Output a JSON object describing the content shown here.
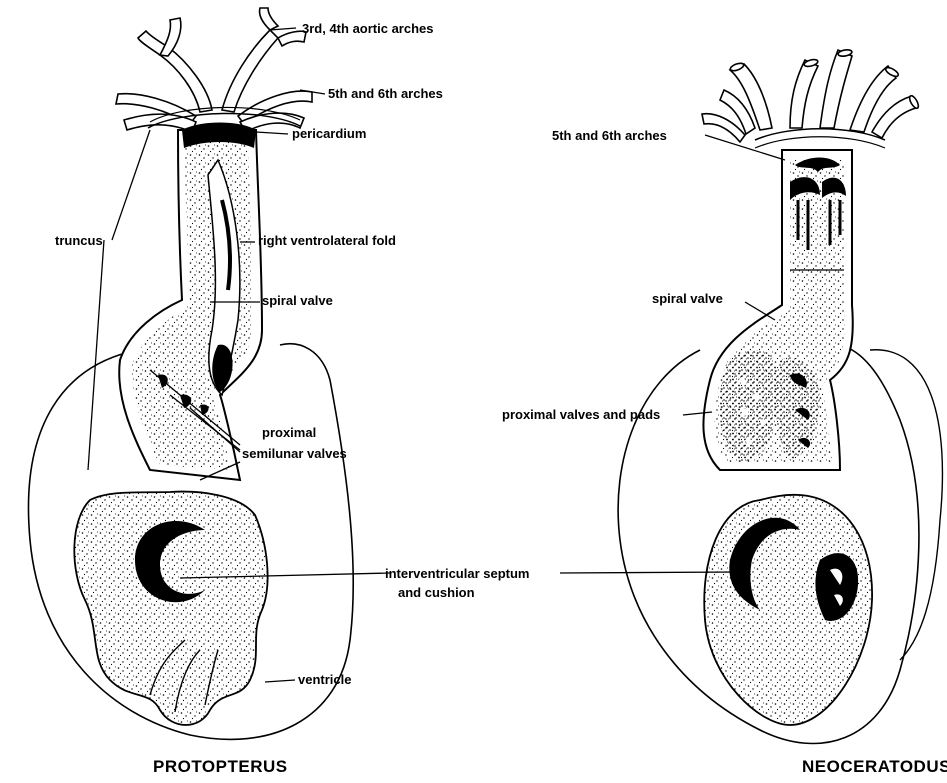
{
  "figure": {
    "left_title": "PROTOPTERUS",
    "right_title": "NEOCERATODUS",
    "labels": {
      "aortic_3_4": "3rd, 4th aortic arches",
      "arches_5_6_left": "5th and 6th arches",
      "pericardium": "pericardium",
      "truncus": "truncus",
      "right_ventrolateral_fold": "right ventrolateral fold",
      "spiral_valve_left": "spiral valve",
      "proximal_semilunar_1": "proximal",
      "proximal_semilunar_2": "semilunar valves",
      "septum_1": "interventricular septum",
      "septum_2": "and cushion",
      "ventricle": "ventricle",
      "arches_5_6_right": "5th and 6th arches",
      "spiral_valve_right": "spiral valve",
      "proximal_valves_pads": "proximal valves and pads"
    }
  }
}
